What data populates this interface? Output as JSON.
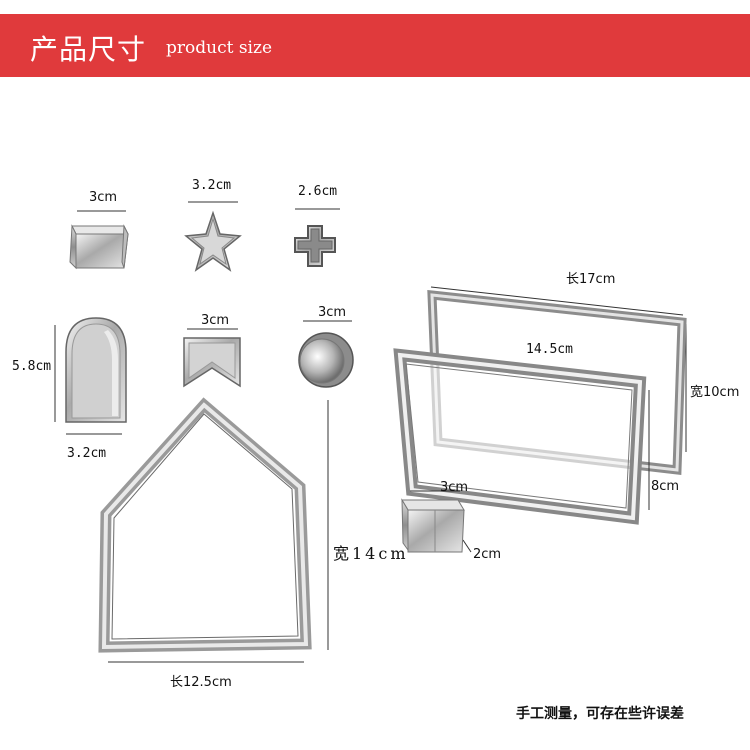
{
  "header": {
    "title_cn": "产品尺寸",
    "title_en": "product size",
    "background_color": "#e03a3c"
  },
  "cutters": {
    "square": {
      "width": "3cm"
    },
    "star": {
      "width": "3.2cm"
    },
    "cross": {
      "width": "2.6cm"
    },
    "arch": {
      "height": "5.8cm",
      "width": "3.2cm"
    },
    "flag": {
      "width": "3cm"
    },
    "circle": {
      "width": "3cm"
    },
    "house": {
      "height": "宽14cm",
      "width": "长12.5cm"
    },
    "large_rectangle": {
      "length": "长17cm",
      "width": "宽10cm"
    },
    "medium_rectangle": {
      "length": "14.5cm",
      "width": "8cm"
    },
    "small_square": {
      "width": "3cm",
      "height": "2cm"
    }
  },
  "footer": {
    "note": "手工测量，可存在些许误差"
  }
}
